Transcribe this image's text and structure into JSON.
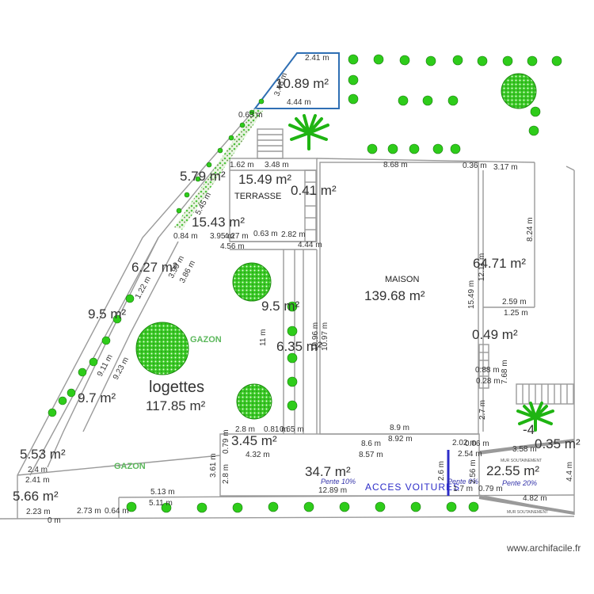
{
  "labels": {
    "maison": "MAISON",
    "terrasse": "TERRASSE",
    "logettes": "logettes",
    "gazon": "GAZON",
    "acces": "ACCES VOITURES",
    "pente10": "Pente 10%",
    "pente0": "Pente 0%",
    "pente20": "Pente 20%",
    "mur1": "MUR SOUTAINEMENT",
    "mur2": "MUR SOUTAINEMENT"
  },
  "areas": {
    "maison": "139.68 m²",
    "logettes": "117.85 m²",
    "top_triangle": "10.89 m²",
    "terrasse_top": "15.49 m²",
    "terrasse_small": "0.41 m²",
    "strip_579": "5.79 m²",
    "terrasse_main": "15.43 m²",
    "strip_627": "6.27 m²",
    "strip_95a": "9.5 m²",
    "strip_97": "9.7 m²",
    "col_95": "9.5 m²",
    "col_635": "6.35 m²",
    "right_4471": "64.71 m²",
    "right_049": "0.49 m²",
    "right_bot_a": "-4",
    "right_bot_b": "0.35 m²",
    "small_345": "3.45 m²",
    "drive": "34.7 m²",
    "right_2255": "22.55 m²",
    "corner_553": "5.53 m²",
    "corner_566": "5.66 m²"
  },
  "dims": {
    "d_241_top": "2.41 m",
    "d_444": "4.44 m",
    "d_348_tri": "3.48 m",
    "d_06": "0.63 m",
    "d_162": "1.62 m",
    "d_348": "3.48 m",
    "d_868": "8.68 m",
    "d_036": "0.36 m",
    "d_317": "3.17 m",
    "d_824": "8.24 m",
    "d_1211": "12.11 m",
    "d_259": "2.59 m",
    "d_125": "1.25 m",
    "d_1549": "15.49 m",
    "d_1097": "10.97 m",
    "d_1096": "10.96 m",
    "d_11": "11 m",
    "d_889": "8.9 m",
    "d_892": "8.92 m",
    "d_86": "8.6 m",
    "d_857": "8.57 m",
    "d_202": "2.02 m",
    "d_254": "2.54 m",
    "d_06b": "0.06 m",
    "d_17": "1.7 m",
    "d_079": "0.79 m",
    "d_358": "3.58 m",
    "d_482": "4.82 m",
    "d_44": "4.4 m",
    "d_768": "7.68 m",
    "d_27": "2.7 m",
    "d_028": "0.28 m",
    "d_28": "2.8 m",
    "d_079b": "0.79 m",
    "d_432": "4.32 m",
    "d_361": "3.61 m",
    "d_28b": "2.8 m",
    "d_1289": "12.89 m",
    "d_513": "5.13 m",
    "d_511": "5.11 m",
    "d_273": "2.73 m",
    "d_264": "0.64 m",
    "d_223": "2.23 m",
    "d_241b": "2.41 m",
    "d_24": "2.4 m",
    "d_395": "3.95 m",
    "d_427": "4.27 m",
    "d_282": "2.82 m",
    "d_084": "0.84 m",
    "d_444b": "4.44 m",
    "d_063": "0.63 m",
    "d_456": "4.56 m",
    "d_545": "5.45 m",
    "d_399": "3.99 m",
    "d_386": "3.86 m",
    "d_911": "9.11 m",
    "d_923": "9.23 m",
    "d_0": "0 m",
    "d_26": "2.6 m",
    "d_256": "2.56 m",
    "d_081": "0.81 m",
    "d_065": "0.65 m",
    "d_088": "0.88 m",
    "d_122": "1.22 m"
  },
  "watermark": "www.archifacile.fr",
  "colors": {
    "tree_green": "#2ecc1a",
    "wall_gray": "#9a9a9a",
    "accent_blue": "#2f6fb4",
    "drive_blue": "#2d2dc8",
    "gazon_green": "#5cb85c"
  }
}
